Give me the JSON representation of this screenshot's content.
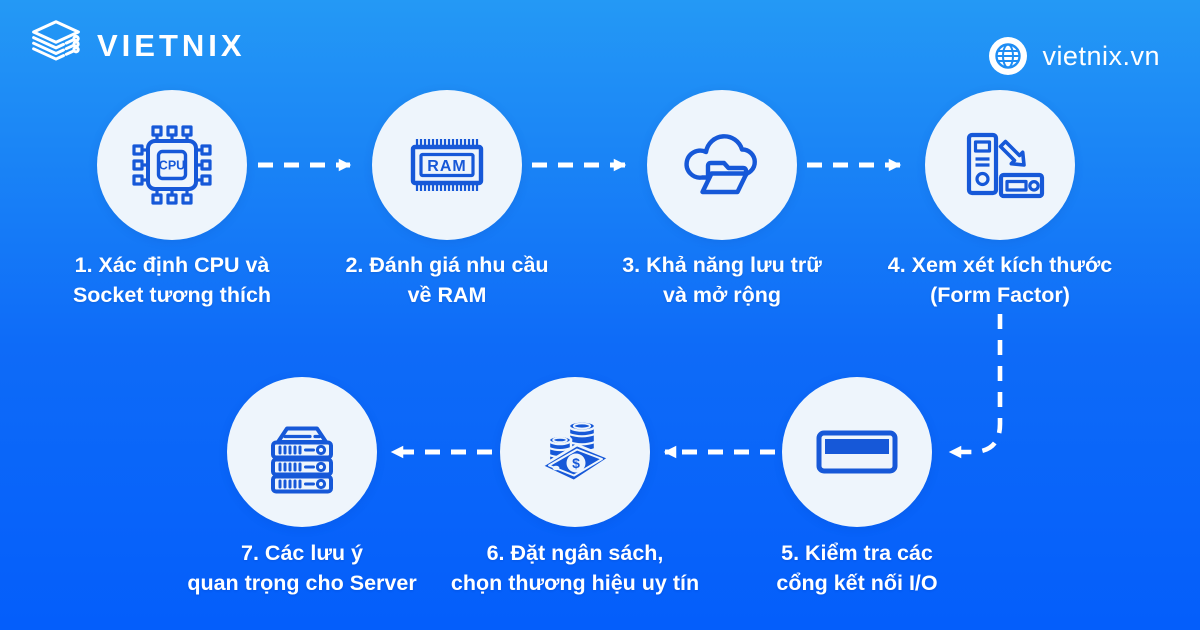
{
  "brand": {
    "logo_text": "VIETNIX",
    "logo_icon": "stacked-layers-logo-icon",
    "website": "vietnix.vn",
    "website_icon": "globe-icon"
  },
  "colors": {
    "background_top": "#2499f5",
    "background_bottom": "#045efb",
    "icon_blue": "#1658d8",
    "circle_background": "#eef5fc",
    "text_white": "#ffffff"
  },
  "flow": {
    "direction_row1": "left-to-right",
    "direction_row2": "right-to-left",
    "connector_style": "white-dashed-arrows"
  },
  "steps": [
    {
      "num": 1,
      "icon": "cpu-chip-icon",
      "icon_text": "CPU",
      "label_line1": "1. Xác định CPU và",
      "label_line2": "Socket tương thích"
    },
    {
      "num": 2,
      "icon": "ram-module-icon",
      "icon_text": "RAM",
      "label_line1": "2. Đánh giá nhu cầu",
      "label_line2": "về RAM"
    },
    {
      "num": 3,
      "icon": "cloud-storage-folder-icon",
      "label_line1": "3. Khả năng lưu trữ",
      "label_line2": "và mở rộng"
    },
    {
      "num": 4,
      "icon": "form-factor-tower-to-rack-icon",
      "label_line1": "4. Xem xét kích thước",
      "label_line2": "(Form Factor)"
    },
    {
      "num": 5,
      "icon": "io-port-icon",
      "label_line1": "5. Kiểm tra các",
      "label_line2": "cổng kết nối I/O"
    },
    {
      "num": 6,
      "icon": "budget-money-icon",
      "icon_text": "$",
      "label_line1": "6. Đặt ngân sách,",
      "label_line2": "chọn thương hiệu uy tín"
    },
    {
      "num": 7,
      "icon": "server-rack-icon",
      "label_line1": "7. Các lưu ý",
      "label_line2": "quan trọng cho Server"
    }
  ]
}
